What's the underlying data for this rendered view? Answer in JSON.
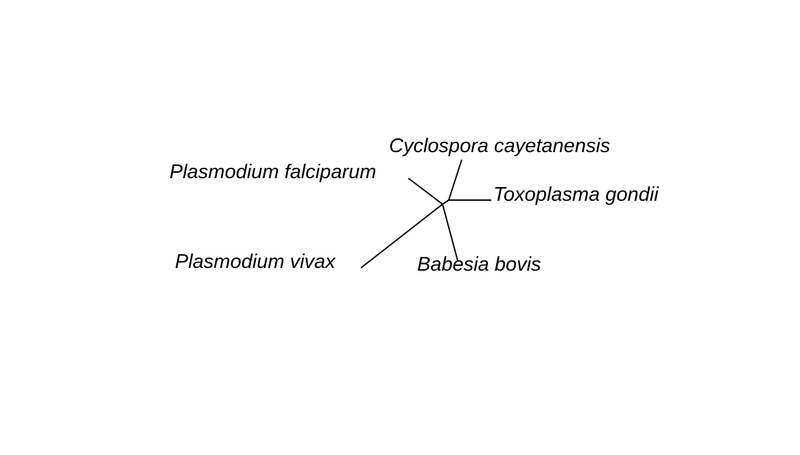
{
  "tree": {
    "type": "unrooted-phylogenetic-tree",
    "colors": {
      "background": "#ffffff",
      "branch": "#000000",
      "label": "#000000"
    },
    "taxa": [
      {
        "id": "cyclospora",
        "label": "Cyclospora cayetanensis"
      },
      {
        "id": "falciparum",
        "label": "Plasmodium falciparum"
      },
      {
        "id": "toxoplasma",
        "label": "Toxoplasma gondii"
      },
      {
        "id": "vivax",
        "label": "Plasmodium vivax"
      },
      {
        "id": "babesia",
        "label": "Babesia bovis"
      }
    ]
  }
}
